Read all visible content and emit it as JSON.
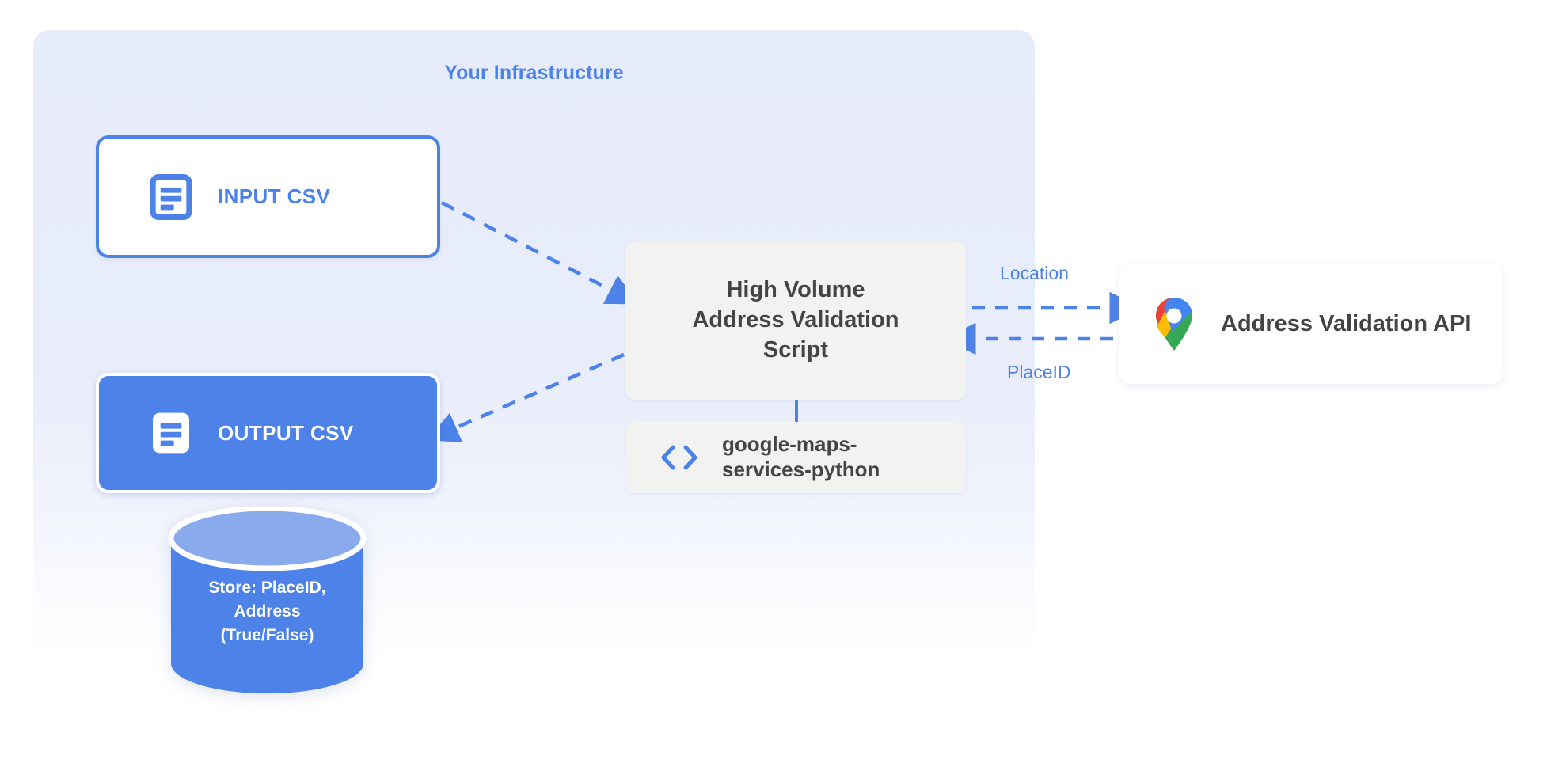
{
  "panel": {
    "title": "Your Infrastructure",
    "accent_color": "#4d82e8",
    "background_color": "#e7ecfa"
  },
  "nodes": {
    "input_csv": {
      "label": "INPUT CSV",
      "icon": "document-icon",
      "style": "outlined",
      "border_color": "#4d82e8",
      "fill_color": "#ffffff",
      "text_color": "#4d82e8"
    },
    "output_csv": {
      "label": "OUTPUT CSV",
      "icon": "document-icon",
      "style": "filled",
      "fill_color": "#4d82e8",
      "text_color": "#ffffff"
    },
    "script": {
      "line1": "High Volume",
      "line2": "Address Validation",
      "line3": "Script",
      "fill_color": "#f2f2f0",
      "text_color": "#444444"
    },
    "library": {
      "line1": "google-maps-",
      "line2": "services-python",
      "icon": "code-brackets-icon",
      "fill_color": "#f2f2f0",
      "text_color": "#444444"
    },
    "api": {
      "label": "Address Validation API",
      "icon": "google-maps-pin-icon",
      "fill_color": "#ffffff",
      "text_color": "#444444"
    },
    "database": {
      "line1": "Store: PlaceID,",
      "line2": "Address",
      "line3": "(True/False)",
      "icon": "database-cylinder-icon",
      "fill_color": "#4d82e8",
      "top_color": "#8aaaee",
      "text_color": "#ffffff"
    }
  },
  "edges": {
    "location": {
      "label": "Location",
      "direction": "right",
      "style": "dashed",
      "color": "#4d82e8"
    },
    "placeid": {
      "label": "PlaceID",
      "direction": "left",
      "style": "dashed",
      "color": "#4d82e8"
    },
    "input_to_script": {
      "label": "",
      "direction": "right",
      "style": "dashed",
      "color": "#4d82e8"
    },
    "script_to_output": {
      "label": "",
      "direction": "left",
      "style": "dashed",
      "color": "#4d82e8"
    },
    "script_to_library": {
      "label": "",
      "direction": "none",
      "style": "solid",
      "color": "#4d82e8"
    }
  }
}
